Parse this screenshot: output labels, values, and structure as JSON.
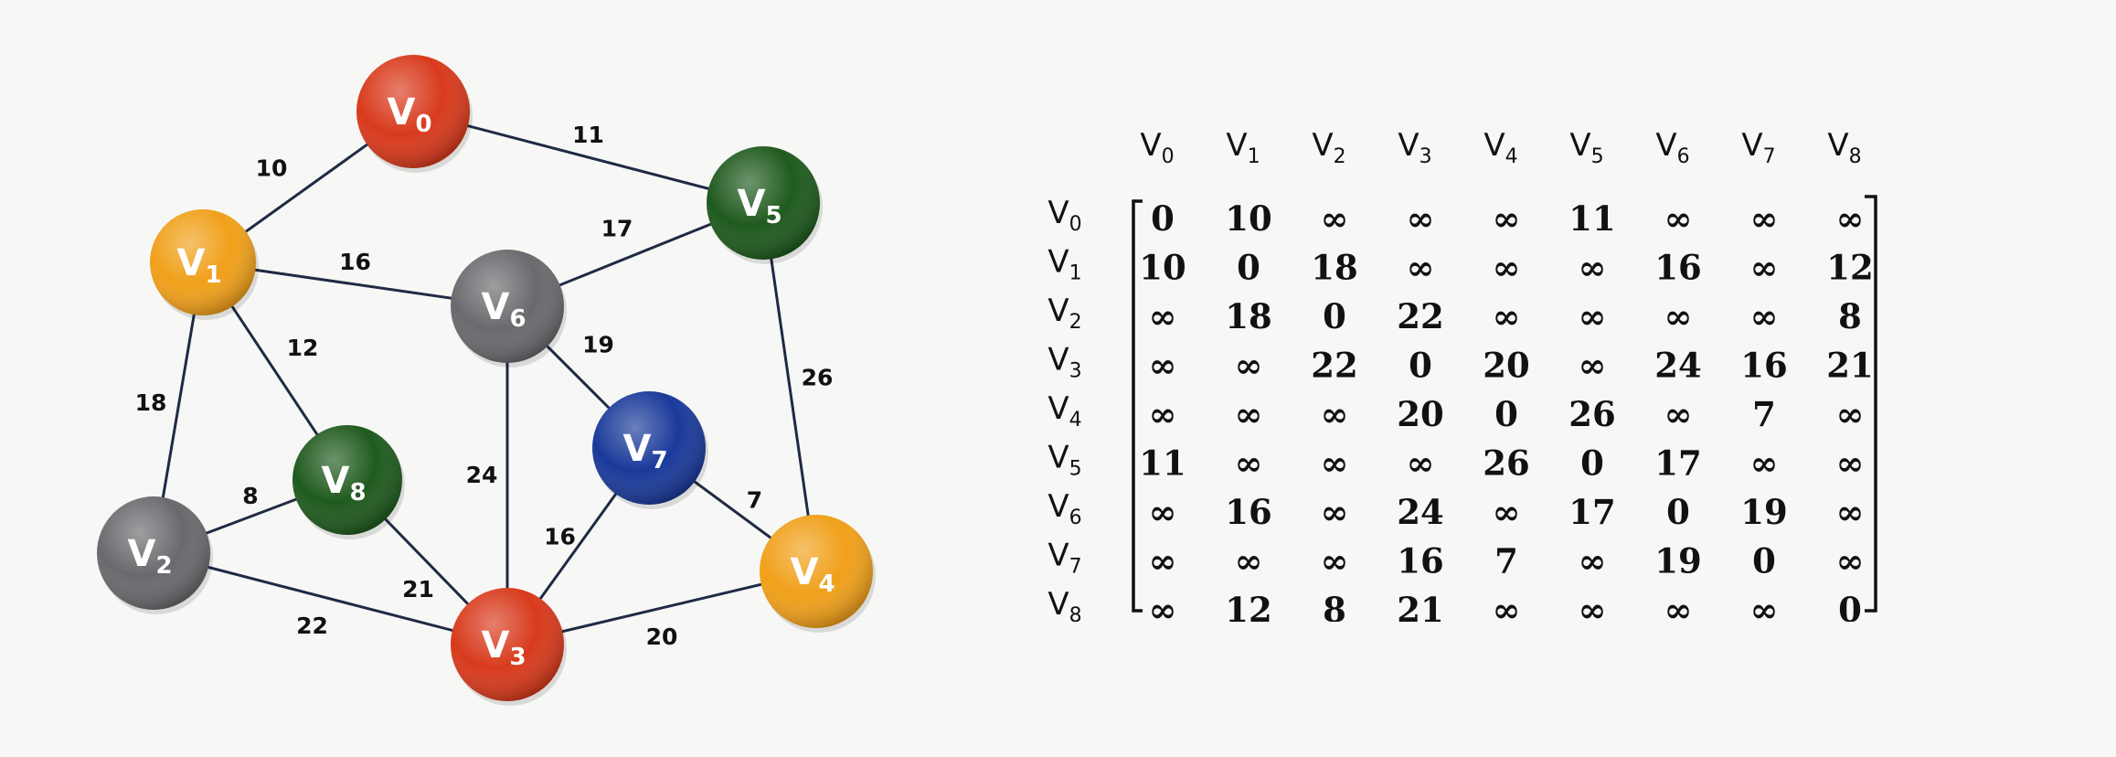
{
  "graph": {
    "nodes": [
      {
        "id": "v0",
        "label": "V",
        "sub": "0",
        "color": "#d83a1c"
      },
      {
        "id": "v1",
        "label": "V",
        "sub": "1",
        "color": "#f0a01a"
      },
      {
        "id": "v2",
        "label": "V",
        "sub": "2",
        "color": "#6a6a6e"
      },
      {
        "id": "v3",
        "label": "V",
        "sub": "3",
        "color": "#d83a1c"
      },
      {
        "id": "v4",
        "label": "V",
        "sub": "4",
        "color": "#f0a01a"
      },
      {
        "id": "v5",
        "label": "V",
        "sub": "5",
        "color": "#1f5a1e"
      },
      {
        "id": "v6",
        "label": "V",
        "sub": "6",
        "color": "#6a6a6e"
      },
      {
        "id": "v7",
        "label": "V",
        "sub": "7",
        "color": "#1a3a9a"
      },
      {
        "id": "v8",
        "label": "V",
        "sub": "8",
        "color": "#1f5a1e"
      }
    ],
    "edges": [
      {
        "from": "v0",
        "to": "v1",
        "weight": "10"
      },
      {
        "from": "v0",
        "to": "v5",
        "weight": "11"
      },
      {
        "from": "v1",
        "to": "v6",
        "weight": "16"
      },
      {
        "from": "v1",
        "to": "v8",
        "weight": "12"
      },
      {
        "from": "v1",
        "to": "v2",
        "weight": "18"
      },
      {
        "from": "v6",
        "to": "v5",
        "weight": "17"
      },
      {
        "from": "v6",
        "to": "v7",
        "weight": "19"
      },
      {
        "from": "v6",
        "to": "v3",
        "weight": "24"
      },
      {
        "from": "v5",
        "to": "v4",
        "weight": "26"
      },
      {
        "from": "v2",
        "to": "v8",
        "weight": "8"
      },
      {
        "from": "v8",
        "to": "v3",
        "weight": "21"
      },
      {
        "from": "v2",
        "to": "v3",
        "weight": "22"
      },
      {
        "from": "v7",
        "to": "v3",
        "weight": "16"
      },
      {
        "from": "v7",
        "to": "v4",
        "weight": "7"
      },
      {
        "from": "v3",
        "to": "v4",
        "weight": "20"
      }
    ]
  },
  "matrix": {
    "header_letter": "V",
    "headers": [
      "0",
      "1",
      "2",
      "3",
      "4",
      "5",
      "6",
      "7",
      "8"
    ],
    "rows": [
      [
        "0",
        "10",
        "∞",
        "∞",
        "∞",
        "11",
        "∞",
        "∞",
        "∞"
      ],
      [
        "10",
        "0",
        "18",
        "∞",
        "∞",
        "∞",
        "16",
        "∞",
        "12"
      ],
      [
        "∞",
        "18",
        "0",
        "22",
        "∞",
        "∞",
        "∞",
        "∞",
        "8"
      ],
      [
        "∞",
        "∞",
        "22",
        "0",
        "20",
        "∞",
        "24",
        "16",
        "21"
      ],
      [
        "∞",
        "∞",
        "∞",
        "20",
        "0",
        "26",
        "∞",
        "7",
        "∞"
      ],
      [
        "11",
        "∞",
        "∞",
        "∞",
        "26",
        "0",
        "17",
        "∞",
        "∞"
      ],
      [
        "∞",
        "16",
        "∞",
        "24",
        "∞",
        "17",
        "0",
        "19",
        "∞"
      ],
      [
        "∞",
        "∞",
        "∞",
        "16",
        "7",
        "∞",
        "19",
        "0",
        "∞"
      ],
      [
        "∞",
        "12",
        "8",
        "21",
        "∞",
        "∞",
        "∞",
        "∞",
        "0"
      ]
    ]
  }
}
